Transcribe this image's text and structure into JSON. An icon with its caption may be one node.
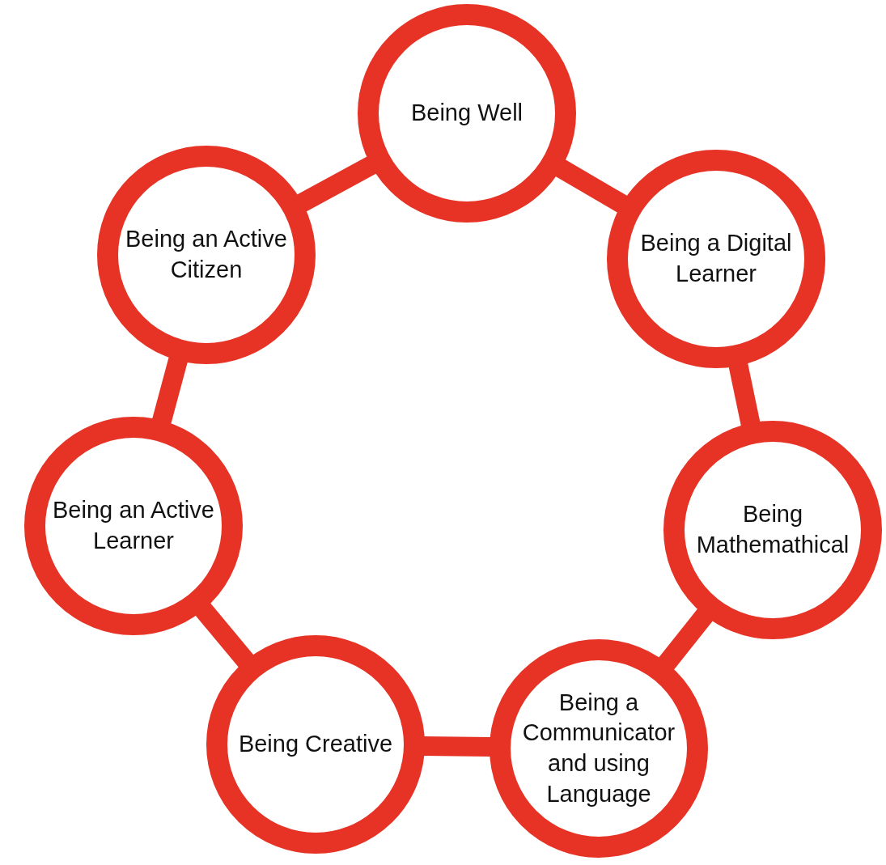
{
  "diagram": {
    "nodes": [
      {
        "text": [
          "Being Well"
        ]
      },
      {
        "text": [
          "Being a Digital Learner"
        ]
      },
      {
        "text": [
          "Being Mathemathical"
        ]
      },
      {
        "text": [
          "Being a Communicator and using Language"
        ]
      },
      {
        "text": [
          "Being Creative"
        ]
      },
      {
        "text": [
          "Being an Active Learner"
        ]
      },
      {
        "text": [
          "Being an Active Citizen"
        ]
      }
    ],
    "edges": [
      {
        "from": 0,
        "to": 1,
        "arrow": "none"
      },
      {
        "from": 1,
        "to": 2,
        "arrow": "none"
      },
      {
        "from": 2,
        "to": 3,
        "arrow": "none"
      },
      {
        "from": 3,
        "to": 4,
        "arrow": "none"
      },
      {
        "from": 4,
        "to": 5,
        "arrow": "none"
      },
      {
        "from": 5,
        "to": 6,
        "arrow": "none"
      },
      {
        "from": 6,
        "to": 0,
        "arrow": "none"
      }
    ]
  }
}
